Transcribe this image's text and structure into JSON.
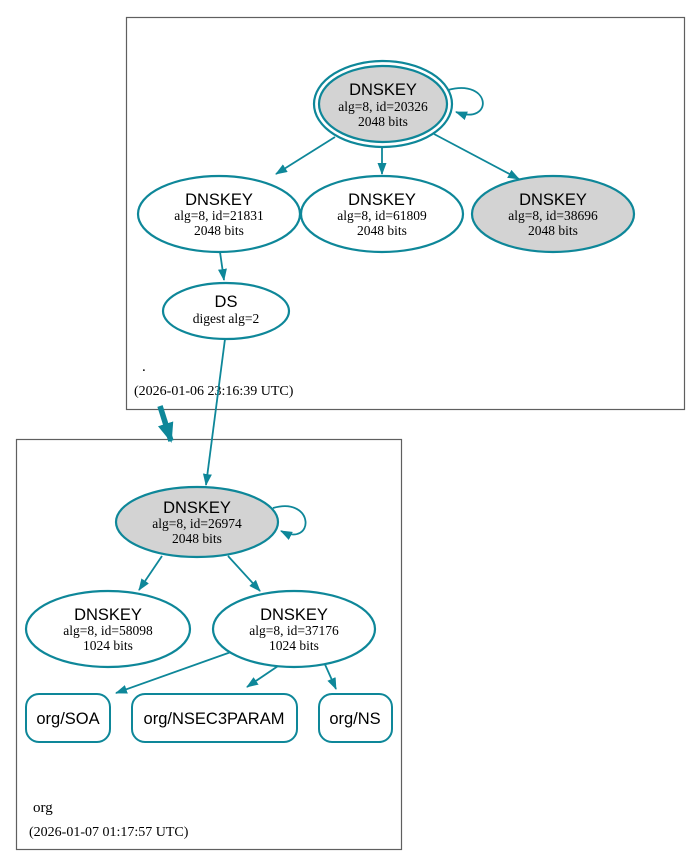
{
  "colors": {
    "edge": "#0e8799",
    "node_gray": "#d3d3d3",
    "node_white": "#ffffff",
    "box_border": "#5f5f5f",
    "text": "#000000"
  },
  "zones": {
    "root": {
      "name": ".",
      "timestamp": "(2026-01-06 23:16:39 UTC)"
    },
    "org": {
      "name": "org",
      "timestamp": "(2026-01-07 01:17:57 UTC)"
    }
  },
  "nodes": {
    "root_ksk": {
      "title": "DNSKEY",
      "detail": "alg=8, id=20326",
      "size": "2048 bits"
    },
    "root_key_21831": {
      "title": "DNSKEY",
      "detail": "alg=8, id=21831",
      "size": "2048 bits"
    },
    "root_key_61809": {
      "title": "DNSKEY",
      "detail": "alg=8, id=61809",
      "size": "2048 bits"
    },
    "root_key_38696": {
      "title": "DNSKEY",
      "detail": "alg=8, id=38696",
      "size": "2048 bits"
    },
    "root_ds": {
      "title": "DS",
      "detail": "digest alg=2"
    },
    "org_ksk": {
      "title": "DNSKEY",
      "detail": "alg=8, id=26974",
      "size": "2048 bits"
    },
    "org_key_58098": {
      "title": "DNSKEY",
      "detail": "alg=8, id=58098",
      "size": "1024 bits"
    },
    "org_key_37176": {
      "title": "DNSKEY",
      "detail": "alg=8, id=37176",
      "size": "1024 bits"
    },
    "org_soa": {
      "label": "org/SOA"
    },
    "org_nsec3param": {
      "label": "org/NSEC3PARAM"
    },
    "org_ns": {
      "label": "org/NS"
    }
  }
}
